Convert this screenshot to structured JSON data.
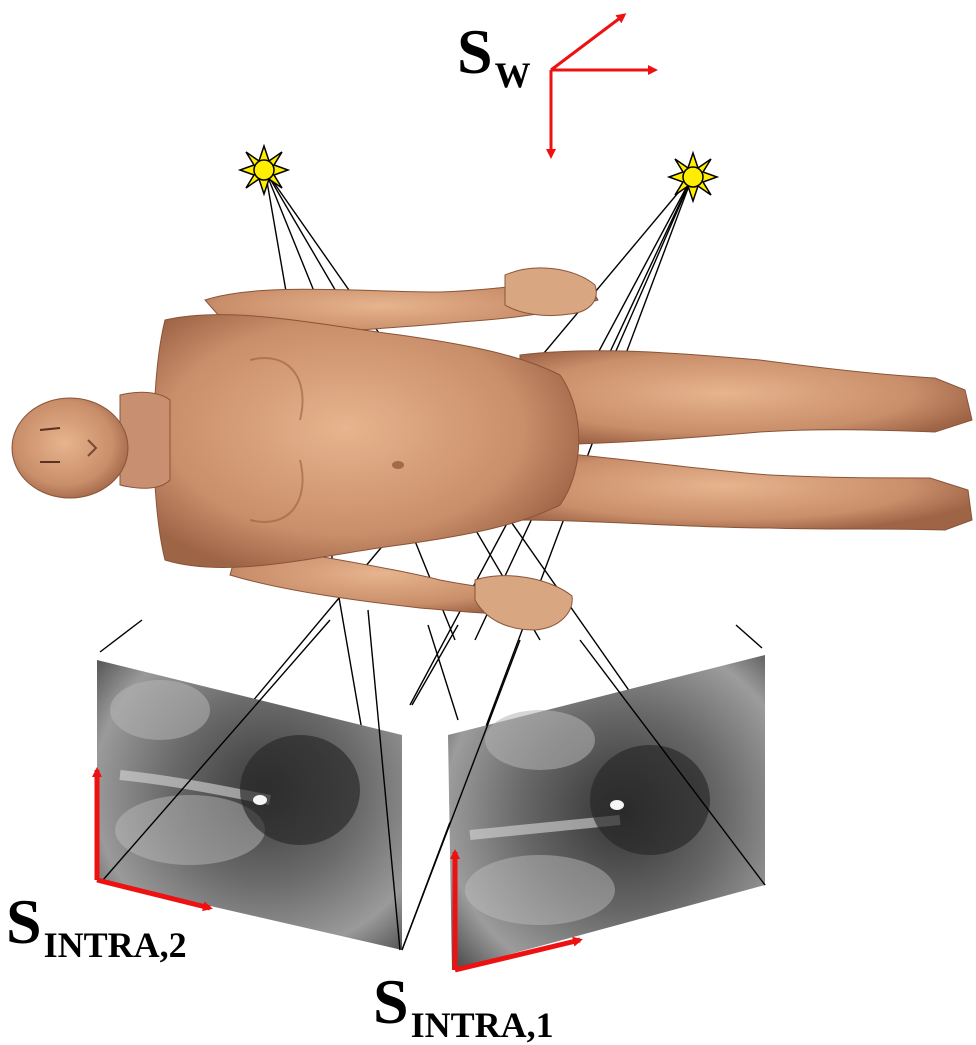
{
  "labels": {
    "world": {
      "main": "S",
      "sub": "W"
    },
    "intra1": {
      "main": "S",
      "sub": "INTRA,1"
    },
    "intra2": {
      "main": "S",
      "sub": "INTRA,2"
    }
  },
  "colors": {
    "axis_red": "#ee1111",
    "source_yellow": "#ffee00",
    "skin": "#d6a07c",
    "skin_shadow": "#a8694a",
    "xray_dark": "#2b2b2b",
    "xray_light": "#cfcfcf"
  },
  "icons": {
    "source1": "xray-source-sun-icon",
    "source2": "xray-source-sun-icon"
  }
}
